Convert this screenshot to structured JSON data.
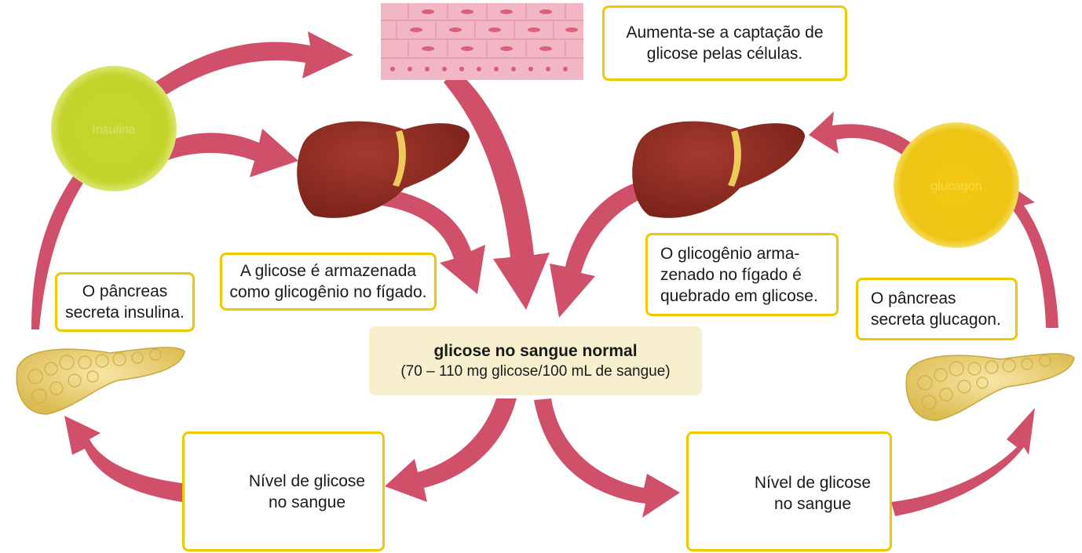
{
  "hormones": {
    "insulin": "Insulina",
    "glucagon": "glucagon"
  },
  "boxes": {
    "uptake": "Aumenta-se a captação de\nglicose pelas células.",
    "stored": "A glicose é armazenada\ncomo glicogênio no fígado.",
    "broken": "O glicogênio arma-\nzenado no fígado é\nquebrado em glicose.",
    "pancreas_insulin": "O pâncreas\nsecreta insulina.",
    "pancreas_glucagon": "O pâncreas\nsecreta glucagon.",
    "level_high": "Nível de glicose\nno sangue",
    "level_low": "Nível de glicose\nno sangue"
  },
  "center": {
    "title": "glicose no sangue normal",
    "subtitle": "(70 – 110 mg glicose/100 mL de sangue)"
  },
  "colors": {
    "arrow": "#d0506a",
    "box_border": "#f0c800",
    "center_bg": "#f8efcf",
    "insulin": "#c5d62c",
    "glucagon": "#f0c814",
    "liver": "#8a2a22",
    "pancreas": "#ecd27a",
    "tissue": "#f2b7c4"
  }
}
